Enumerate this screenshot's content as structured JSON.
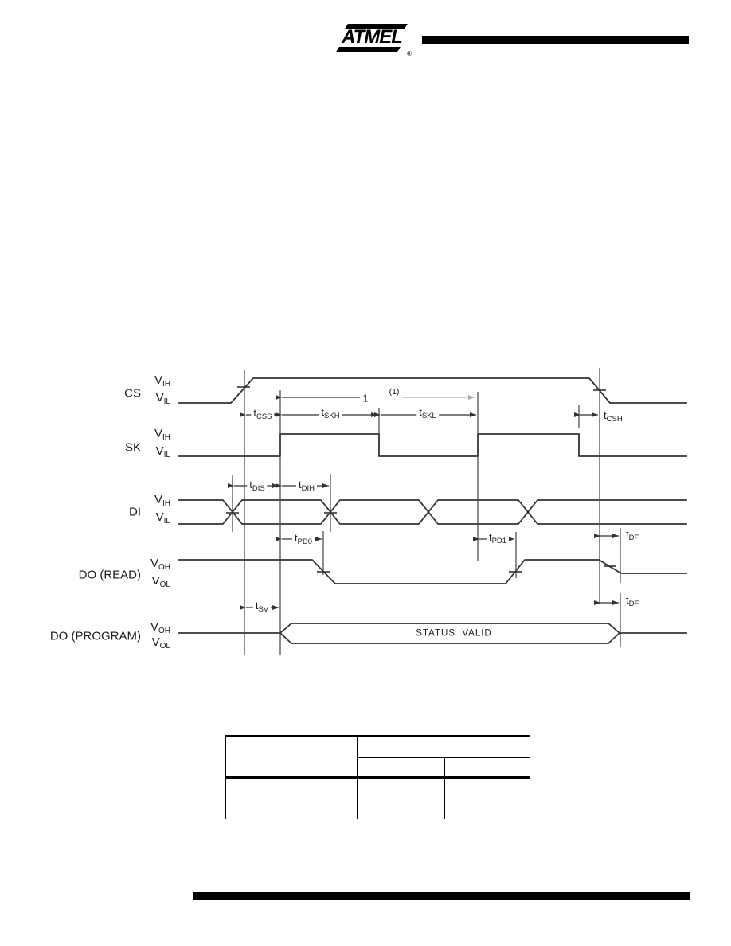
{
  "header": {
    "brand": "ATMEL",
    "registered": "®"
  },
  "diagram": {
    "signals": [
      {
        "name": "CS",
        "high": {
          "base": "V",
          "sub": "IH"
        },
        "low": {
          "base": "V",
          "sub": "IL"
        }
      },
      {
        "name": "SK",
        "high": {
          "base": "V",
          "sub": "IH"
        },
        "low": {
          "base": "V",
          "sub": "IL"
        }
      },
      {
        "name": "DI",
        "high": {
          "base": "V",
          "sub": "IH"
        },
        "low": {
          "base": "V",
          "sub": "IL"
        }
      },
      {
        "name": "DO (READ)",
        "high": {
          "base": "V",
          "sub": "OH"
        },
        "low": {
          "base": "V",
          "sub": "OL"
        }
      },
      {
        "name": "DO (PROGRAM)",
        "high": {
          "base": "V",
          "sub": "OH"
        },
        "low": {
          "base": "V",
          "sub": "OL"
        }
      }
    ],
    "timing": {
      "tcss": {
        "base": "t",
        "sub": "CSS"
      },
      "tskh": {
        "base": "t",
        "sub": "SKH"
      },
      "tskl": {
        "base": "t",
        "sub": "SKL"
      },
      "tcsh": {
        "base": "t",
        "sub": "CSH"
      },
      "tdis": {
        "base": "t",
        "sub": "DIS"
      },
      "tdih": {
        "base": "t",
        "sub": "DIH"
      },
      "tpd0": {
        "base": "t",
        "sub": "PD0"
      },
      "tpd1": {
        "base": "t",
        "sub": "PD1"
      },
      "tdf": {
        "base": "t",
        "sub": "DF"
      },
      "tsv": {
        "base": "t",
        "sub": "SV"
      }
    },
    "annotations": {
      "one": "1",
      "note_ref": "(1)",
      "status_valid": "STATUS  VALID"
    }
  }
}
